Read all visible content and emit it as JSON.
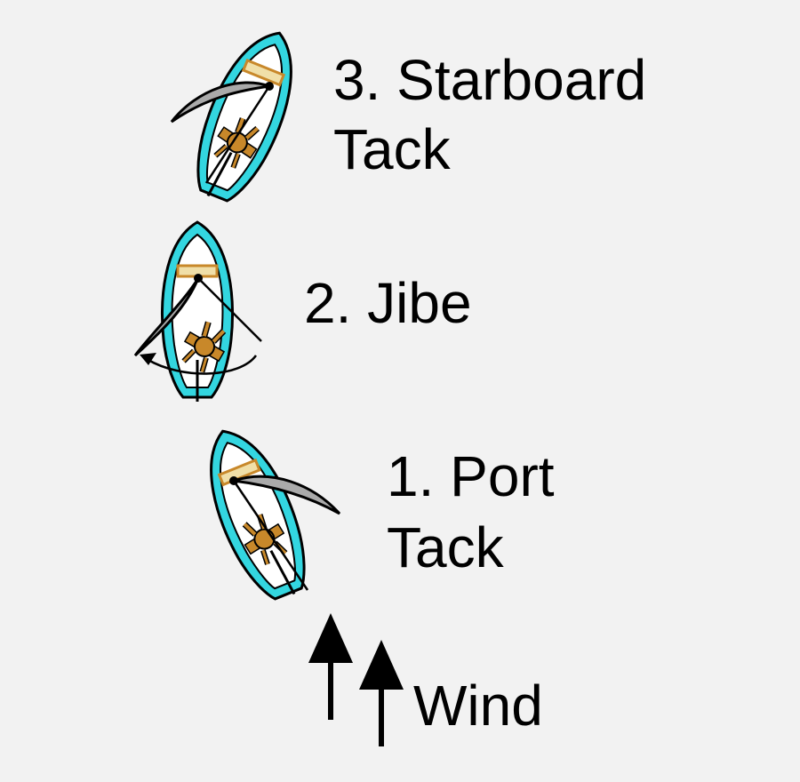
{
  "labels": {
    "starboard_line1": "3. Starboard",
    "starboard_line2": "Tack",
    "jibe": "2. Jibe",
    "port_line1": "1. Port",
    "port_line2": "Tack",
    "wind": "Wind"
  },
  "colors": {
    "background": "#f2f2f2",
    "hull": "#33d6e0",
    "deck": "#ffffff",
    "sail": "#aaaaaa",
    "sailor": "#c8882a",
    "outline": "#000000"
  }
}
